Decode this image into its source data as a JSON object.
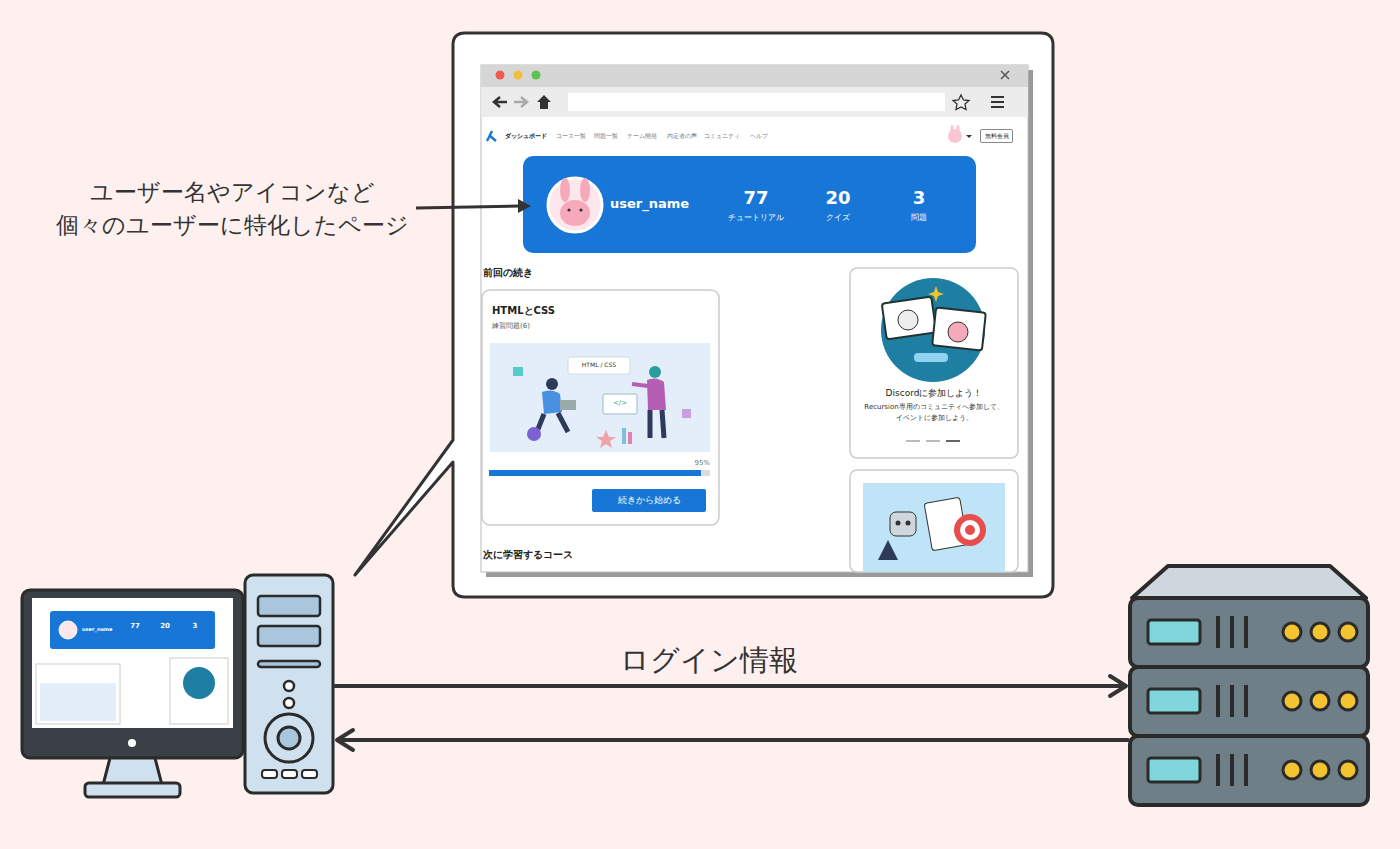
{
  "diagram": {
    "nodes": [
      {
        "text": [
          "無料会員"
        ]
      },
      {
        "text": [
          "user_name",
          "77",
          "チュートリアル",
          "20",
          "クイズ",
          "3",
          "問題"
        ]
      },
      {
        "text": [
          "HTMLとCSS",
          "練習問題(6)",
          "95%"
        ]
      },
      {
        "text": [
          "続きから始める"
        ],
        "in": 2
      },
      {
        "text": [
          "Discordに参加しよう！",
          "Recursion専用のコミュニティへ参加して、 イベントに参加しよう。"
        ]
      }
    ],
    "labels": [
      "ユーザー名やアイコンなど 個々のユーザーに特化したページ",
      "ダッシュボード",
      "コース一覧",
      "問題一覧",
      "チーム開発",
      "内定者の声",
      "コミュニティ",
      "ヘルプ",
      "前回の続き",
      "HTML / CSS",
      "</>",
      "次に学習するコース",
      "ログイン情報",
      "user_name",
      "77",
      "20",
      "3"
    ]
  }
}
